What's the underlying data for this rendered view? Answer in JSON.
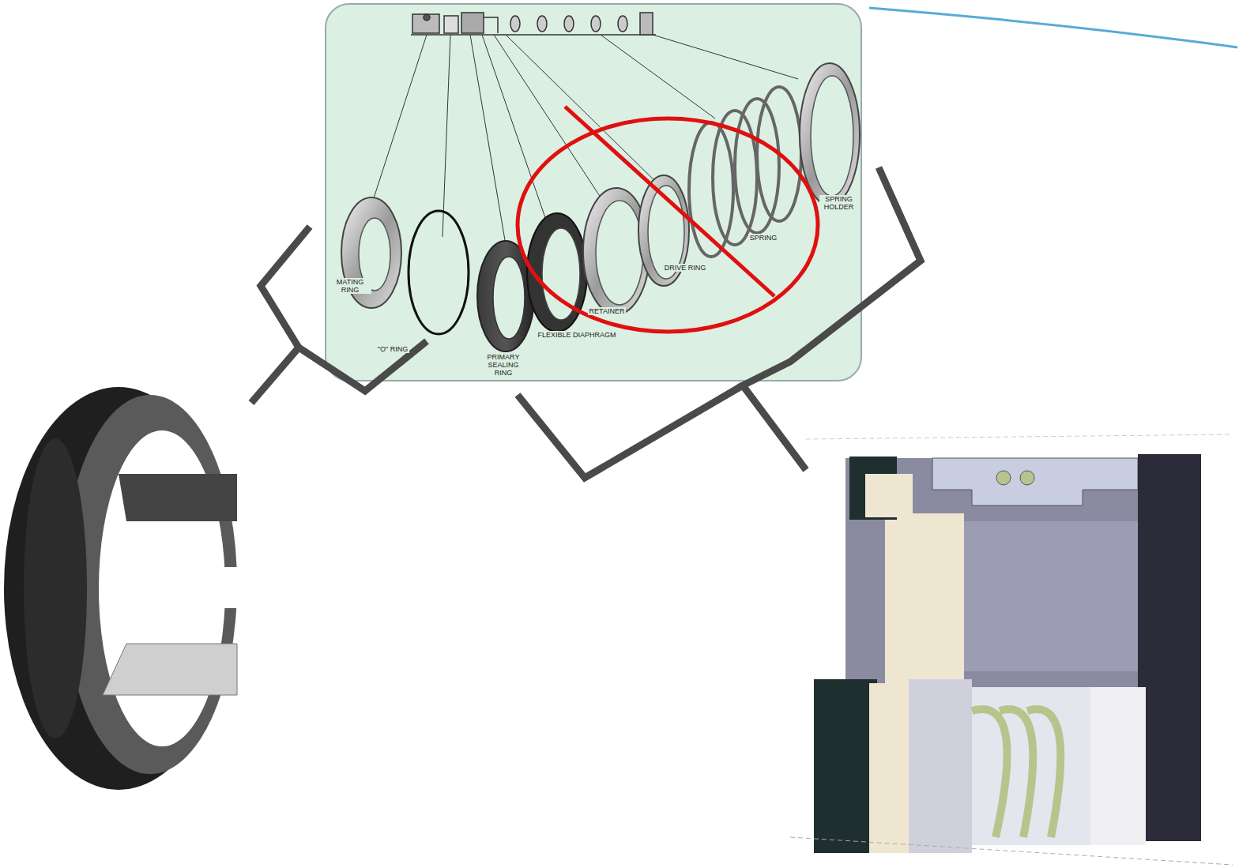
{
  "diagram": {
    "labels": [
      "MATING RING",
      "\"O\" RING",
      "PRIMARY SEALING RING",
      "FLEXIBLE DIAPHRAGM",
      "RETAINER",
      "DRIVE RING",
      "SPRING",
      "SPRING HOLDER"
    ]
  }
}
